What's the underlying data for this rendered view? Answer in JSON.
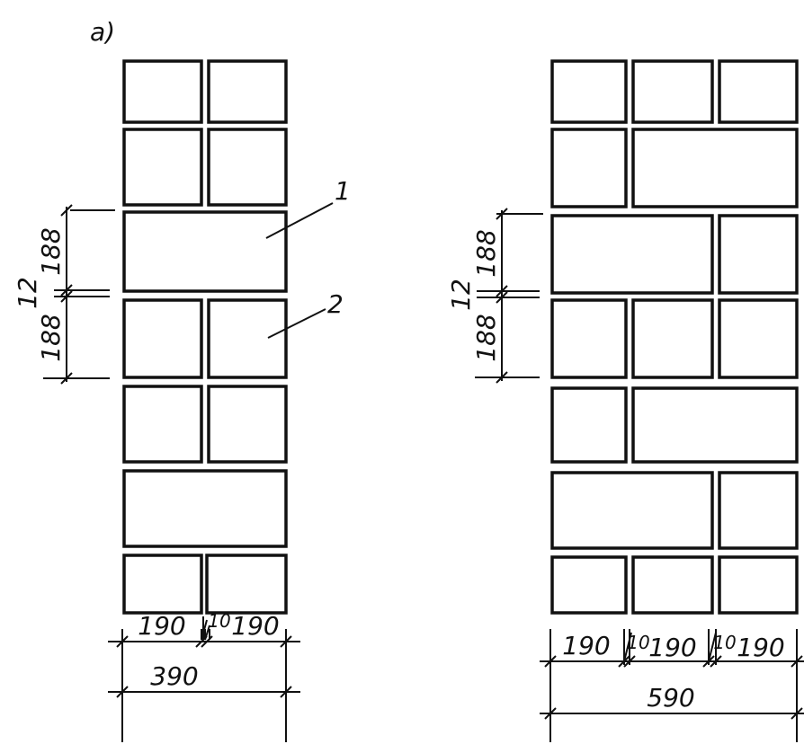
{
  "figure_label": "a)",
  "callouts": {
    "c1": "1",
    "c2": "2"
  },
  "left_wall": {
    "dims": {
      "w1": "190",
      "gap": "10",
      "w2": "190",
      "total": "390",
      "h_top": "188",
      "joint": "12",
      "h_bottom": "188"
    }
  },
  "right_wall": {
    "dims": {
      "w1": "190",
      "gap1": "10",
      "w2": "190",
      "gap2": "10",
      "w3": "190",
      "total": "590",
      "h_top": "188",
      "joint": "12",
      "h_bottom": "188"
    }
  }
}
